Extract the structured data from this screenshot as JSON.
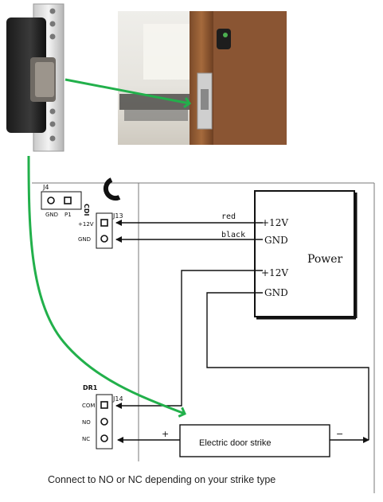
{
  "photo_strike": {
    "description_icon": "door-strike-photo"
  },
  "photo_door": {
    "description_icon": "office-door-photo"
  },
  "j4": {
    "header": "J4",
    "pin1": "GND",
    "pin2": "P1",
    "side": "CDI"
  },
  "j13": {
    "header": "J13",
    "pin1": "+12V",
    "pin2": "GND"
  },
  "dr1": {
    "label": "DR1",
    "header": "J14",
    "pin1": "COM",
    "pin2": "NO",
    "pin3": "NC"
  },
  "wires": {
    "red": "red",
    "black": "black"
  },
  "power": {
    "label": "Power",
    "in_plus": "+12V",
    "in_gnd": "GND",
    "out_plus": "+12V",
    "out_gnd": "GND"
  },
  "strike_box": {
    "label": "Electric door strike",
    "plus": "+",
    "minus": "−"
  },
  "caption": "Connect to NO or NC depending on your strike type",
  "colors": {
    "arrow_green": "#22b04b",
    "line": "#111111",
    "board_edge": "#7a7a7a"
  }
}
